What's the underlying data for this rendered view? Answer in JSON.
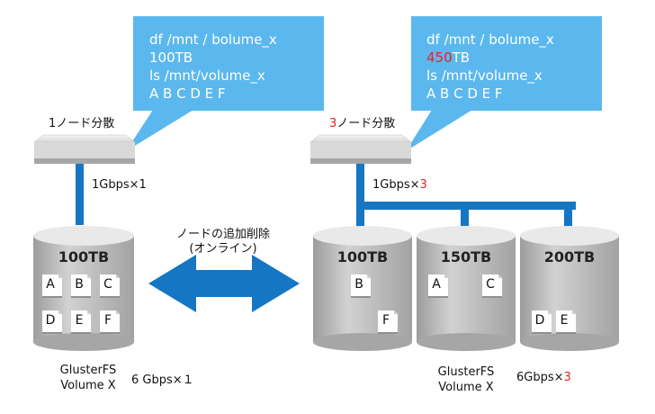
{
  "left": {
    "callout_lines": [
      "df /mnt / bolume_x",
      "100TB",
      "ls /mnt/volume_x",
      "A B C D E F"
    ],
    "node_label": "1ノード分散",
    "link_label": "1Gbps×1",
    "cylinder_title": "100TB",
    "files": [
      "A",
      "B",
      "C",
      "D",
      "E",
      "F"
    ],
    "footer_name": [
      "GlusterFS",
      "Volume X"
    ],
    "footer_speed": "6 Gbps×１"
  },
  "middle": {
    "label_line1": "ノードの追加削除",
    "label_line2": "(オンライン)"
  },
  "right": {
    "callout_line1": "df /mnt / bolume_x",
    "callout_line2_highlight": "450",
    "callout_line2_rest": "TB",
    "callout_line3": "ls /mnt/volume_x",
    "callout_line4": "A B C D E F",
    "node_label_highlight": "3",
    "node_label_rest": "ノード分散",
    "link_label_prefix": "1Gbps×",
    "link_label_highlight": "3",
    "cylinders": [
      {
        "title": "100TB",
        "files": [
          "B",
          "F"
        ]
      },
      {
        "title": "150TB",
        "files": [
          "A",
          "C"
        ]
      },
      {
        "title": "200TB",
        "files": [
          "D",
          "E"
        ]
      }
    ],
    "footer_name": [
      "GlusterFS",
      "Volume X"
    ],
    "footer_speed_prefix": "6Gbps×",
    "footer_speed_highlight": "3"
  },
  "colors": {
    "callout": "#5bb8ee",
    "link": "#1576c4",
    "arrow": "#1576c4",
    "highlight": "#e32424",
    "cylinder_top": "#e9e9e9",
    "cylinder_body": "#b8b8b8"
  }
}
